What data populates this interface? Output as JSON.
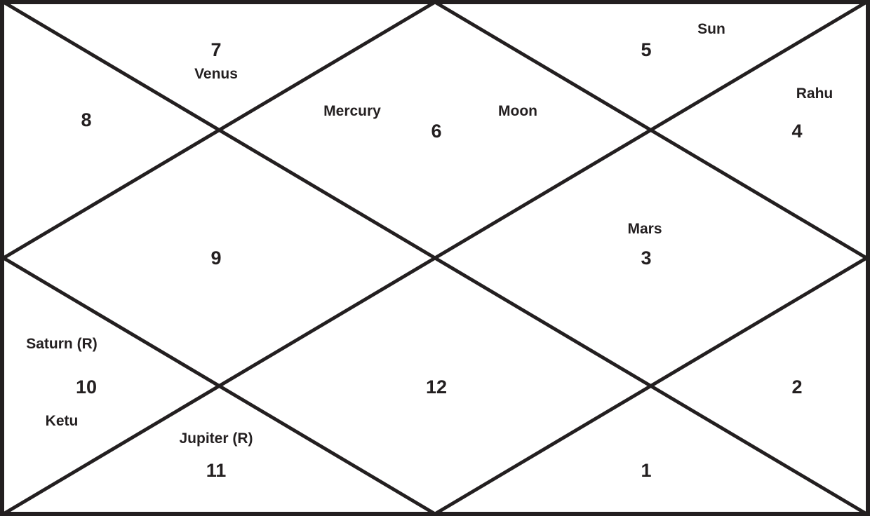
{
  "houses": [
    {
      "number": "1"
    },
    {
      "number": "2"
    },
    {
      "number": "3",
      "planets": [
        "Mars"
      ]
    },
    {
      "number": "4",
      "planets": [
        "Rahu"
      ]
    },
    {
      "number": "5",
      "planets": [
        "Sun"
      ]
    },
    {
      "number": "6",
      "planets": [
        "Mercury",
        "Moon"
      ]
    },
    {
      "number": "7",
      "planets": [
        "Venus"
      ]
    },
    {
      "number": "8"
    },
    {
      "number": "9"
    },
    {
      "number": "10",
      "planets": [
        "Saturn (R)",
        "Ketu"
      ]
    },
    {
      "number": "11",
      "planets": [
        "Jupiter (R)"
      ]
    },
    {
      "number": "12"
    }
  ],
  "colors": {
    "line": "#231f20",
    "background": "#ffffff"
  }
}
